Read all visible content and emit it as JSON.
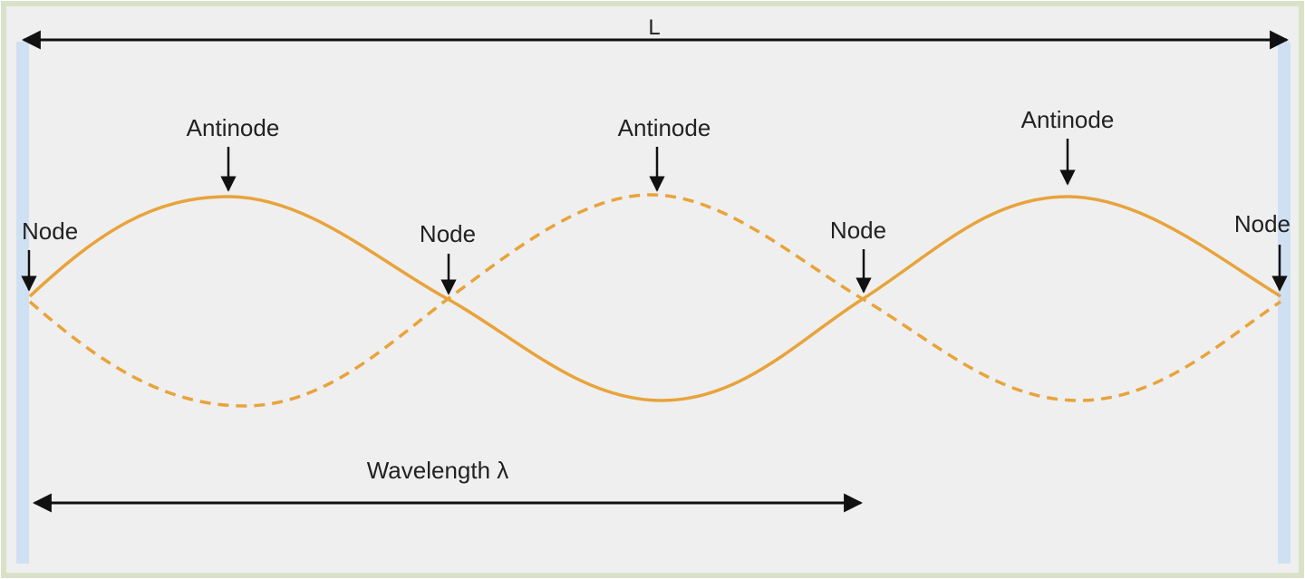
{
  "diagram": {
    "length_label": "L",
    "wavelength_label": "Wavelength λ",
    "node_label": "Node",
    "antinode_label": "Antinode",
    "colors": {
      "background": "#efefef",
      "frame": "#d9e2c8",
      "end_walls": "#cfe0f2",
      "wave": "#e8a33a",
      "arrows": "#111111"
    }
  }
}
